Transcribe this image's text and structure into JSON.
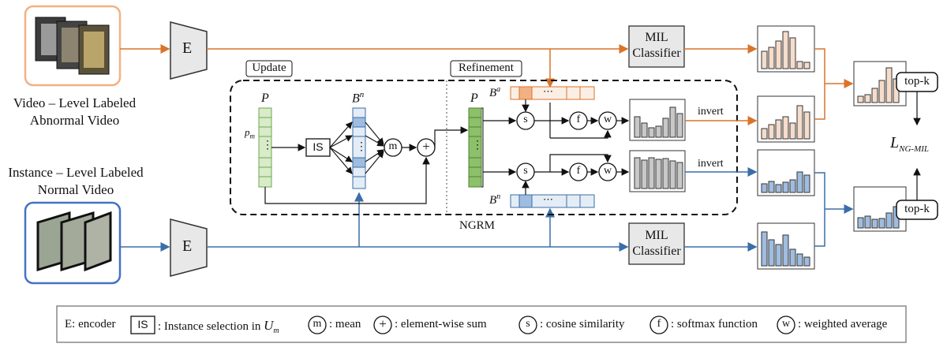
{
  "inputs": {
    "abnormal_label_line1": "Video – Level Labeled",
    "abnormal_label_line2": "Abnormal Video",
    "normal_label_line1": "Instance – Level Labeled",
    "normal_label_line2": "Normal  Video"
  },
  "blocks": {
    "encoder": "E",
    "mil_classifier_line1": "MIL",
    "mil_classifier_line2": "Classifier",
    "update_label": "Update",
    "refinement_label": "Refinement",
    "ngrm_label": "NGRM",
    "is_label": "IS",
    "m_label": "m",
    "plus_label": "+",
    "s_label": "s",
    "f_label": "f",
    "w_label": "w",
    "topk_label": "top-k",
    "invert_label": "invert",
    "dots": "⋯",
    "vdots": "⋮",
    "P": "P",
    "pm": "p",
    "pm_sub": "m",
    "Bn": "B",
    "Bn_sup": "n",
    "Ba": "B",
    "Ba_sup": "a",
    "loss": "L",
    "loss_sub": "NG-MIL"
  },
  "legend": {
    "encoder": "E: encoder",
    "is_key": "IS",
    "is_text": ": Instance selection in ",
    "is_math": "U",
    "is_math_sub": "m",
    "m_key": "m",
    "m_text": ": mean",
    "plus_key": "+",
    "plus_text": ": element-wise sum",
    "s_key": "s",
    "s_text": ": cosine similarity",
    "f_key": "f",
    "f_text": ": softmax function",
    "w_key": "w",
    "w_text": ": weighted average"
  },
  "colors": {
    "abnormal": "#d9742a",
    "abnormal_fill": "#f6dccb",
    "normal": "#3a6ea8",
    "normal_fill": "#9fbde0",
    "green": "#b8d99a",
    "green_dark": "#6aa84f",
    "gray_fill": "#d8d8d8"
  }
}
